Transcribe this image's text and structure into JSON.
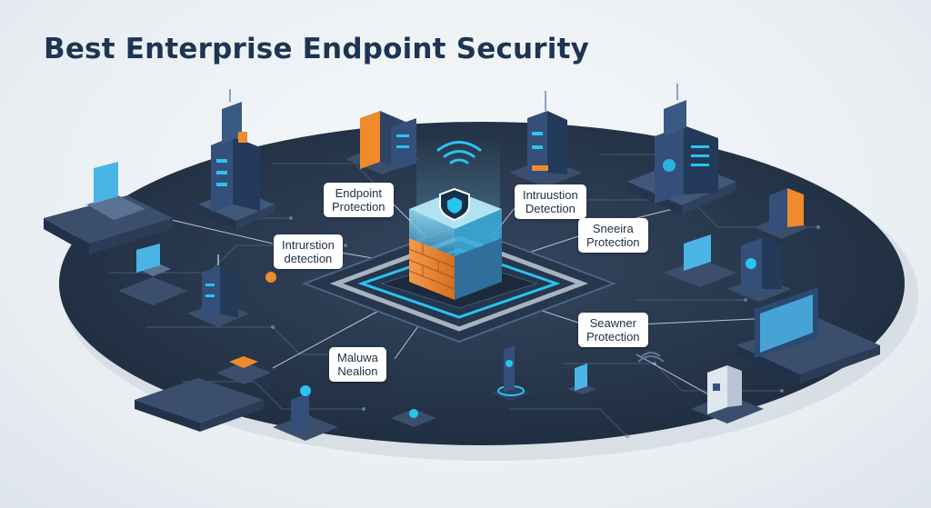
{
  "title": "Best Enterprise Endpoint Security",
  "callouts": [
    {
      "id": "endpoint-protection",
      "line1": "Endpoint",
      "line2": "Protection"
    },
    {
      "id": "intrusion-detection-top",
      "line1": "Intruustion",
      "line2": "Detection"
    },
    {
      "id": "intrusion-detection-left",
      "line1": "Intrurstion",
      "line2": "detection"
    },
    {
      "id": "sneeira-protection",
      "line1": "Sneeira",
      "line2": "Protection"
    },
    {
      "id": "seawner-protection",
      "line1": "Seawner",
      "line2": "Protection"
    },
    {
      "id": "maluwa-nealion",
      "line1": "Maluwa",
      "line2": "Nealion"
    }
  ],
  "colors": {
    "title": "#1d3553",
    "platform": "#2a3a52",
    "node": "#364a66",
    "accent_cyan": "#29c4f0",
    "accent_orange": "#f08a2b",
    "callout_bg": "#ffffff"
  },
  "icons": [
    "shield-icon",
    "wifi-icon",
    "firewall-icon",
    "server-icon",
    "laptop-icon",
    "monitor-icon",
    "antenna-icon"
  ]
}
